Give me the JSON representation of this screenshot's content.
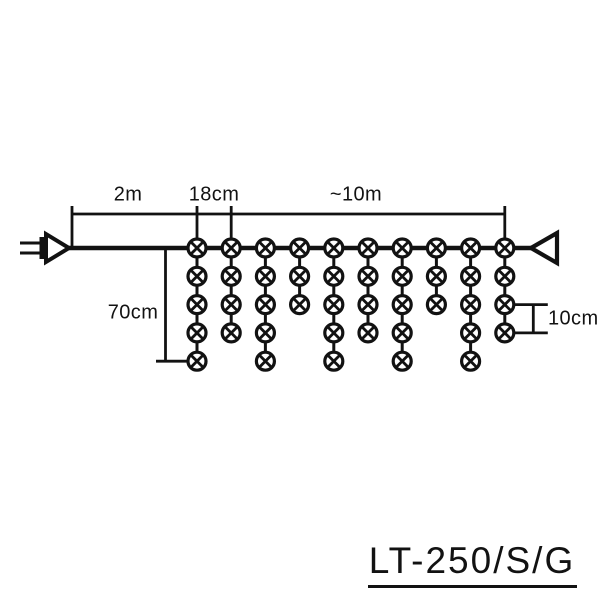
{
  "product": {
    "model": "LT-250/S/G"
  },
  "dimensions": {
    "lead_length": "2m",
    "drop_spacing": "18cm",
    "total_length": "~10m",
    "drop_length": "70cm",
    "bulb_spacing": "10cm"
  },
  "diagram": {
    "drop_count": 10,
    "bulbs_on_wire_per_drop": 1,
    "bulbs_below_wire_per_drop": [
      4,
      3,
      4,
      2,
      4,
      3,
      4,
      2,
      4,
      3
    ],
    "left_end": "power-plug",
    "right_end": "end-connector",
    "line_color": "#121212",
    "background_color": "#ffffff"
  }
}
